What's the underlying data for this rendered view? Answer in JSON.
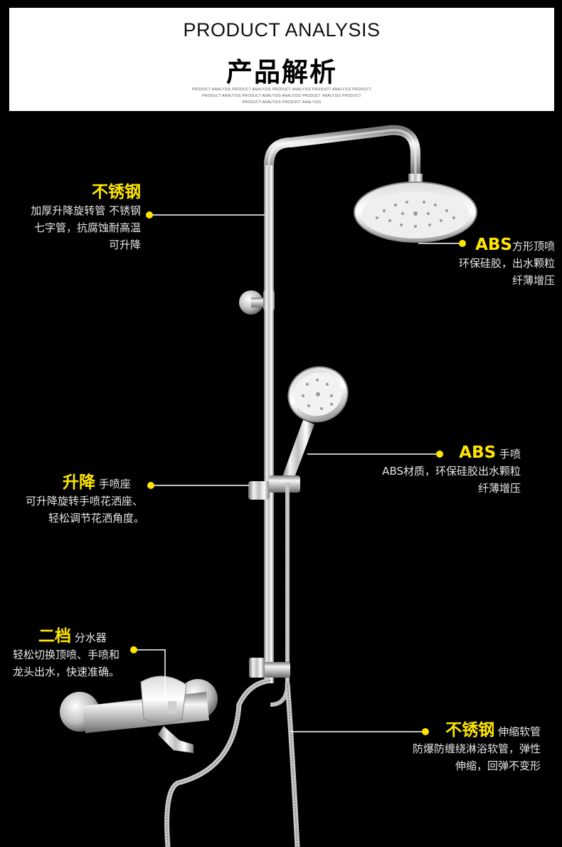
{
  "header": {
    "title_en": "PRODUCT ANALYSIS",
    "title_zh": "产品解析",
    "fine_line_1": "PRODUCT ANALYSIS PRODUCT ANALYSIS PRODUCT ANALYSIS PRODUCT ANALYSIS PRODUCT",
    "fine_line_2": "PRODUCT ANALYSIS PRODUCT ANALYSIS ANALYSIS PRODUCT ANALYSIS PRODUCT",
    "fine_line_3": "PRODUCT ANALYSIS PRODUCT ANALYSIS"
  },
  "annotations": {
    "steel_pipe": {
      "title": "不锈钢",
      "lines": [
        "加厚升降旋转管 不锈钢",
        "七字管，抗腐蚀耐高温",
        "可升降"
      ]
    },
    "top_spray": {
      "title": "ABS",
      "subtitle": "方形顶喷",
      "lines": [
        "环保硅胶，出水颗粒",
        "纤薄增压"
      ]
    },
    "hand_spray": {
      "title": "ABS",
      "subtitle": "手喷",
      "lines": [
        "ABS材质，环保硅胶出水颗粒",
        "纤薄增压"
      ]
    },
    "lift_seat": {
      "title": "升降",
      "subtitle": "手喷座",
      "lines": [
        "可升降旋转手喷花洒座、",
        "轻松调节花洒角度。"
      ]
    },
    "diverter": {
      "title": "二档",
      "subtitle": "分水器",
      "lines": [
        "轻松切换顶喷、手喷和",
        "龙头出水，快速准确。"
      ]
    },
    "hose": {
      "title": "不锈钢",
      "subtitle": "伸缩软管",
      "lines": [
        "防爆防缠绕淋浴软管，弹性",
        "伸缩，回弹不变形"
      ]
    }
  },
  "colors": {
    "accent": "#ffe600",
    "background": "#000000",
    "text": "#e6e6e6"
  }
}
